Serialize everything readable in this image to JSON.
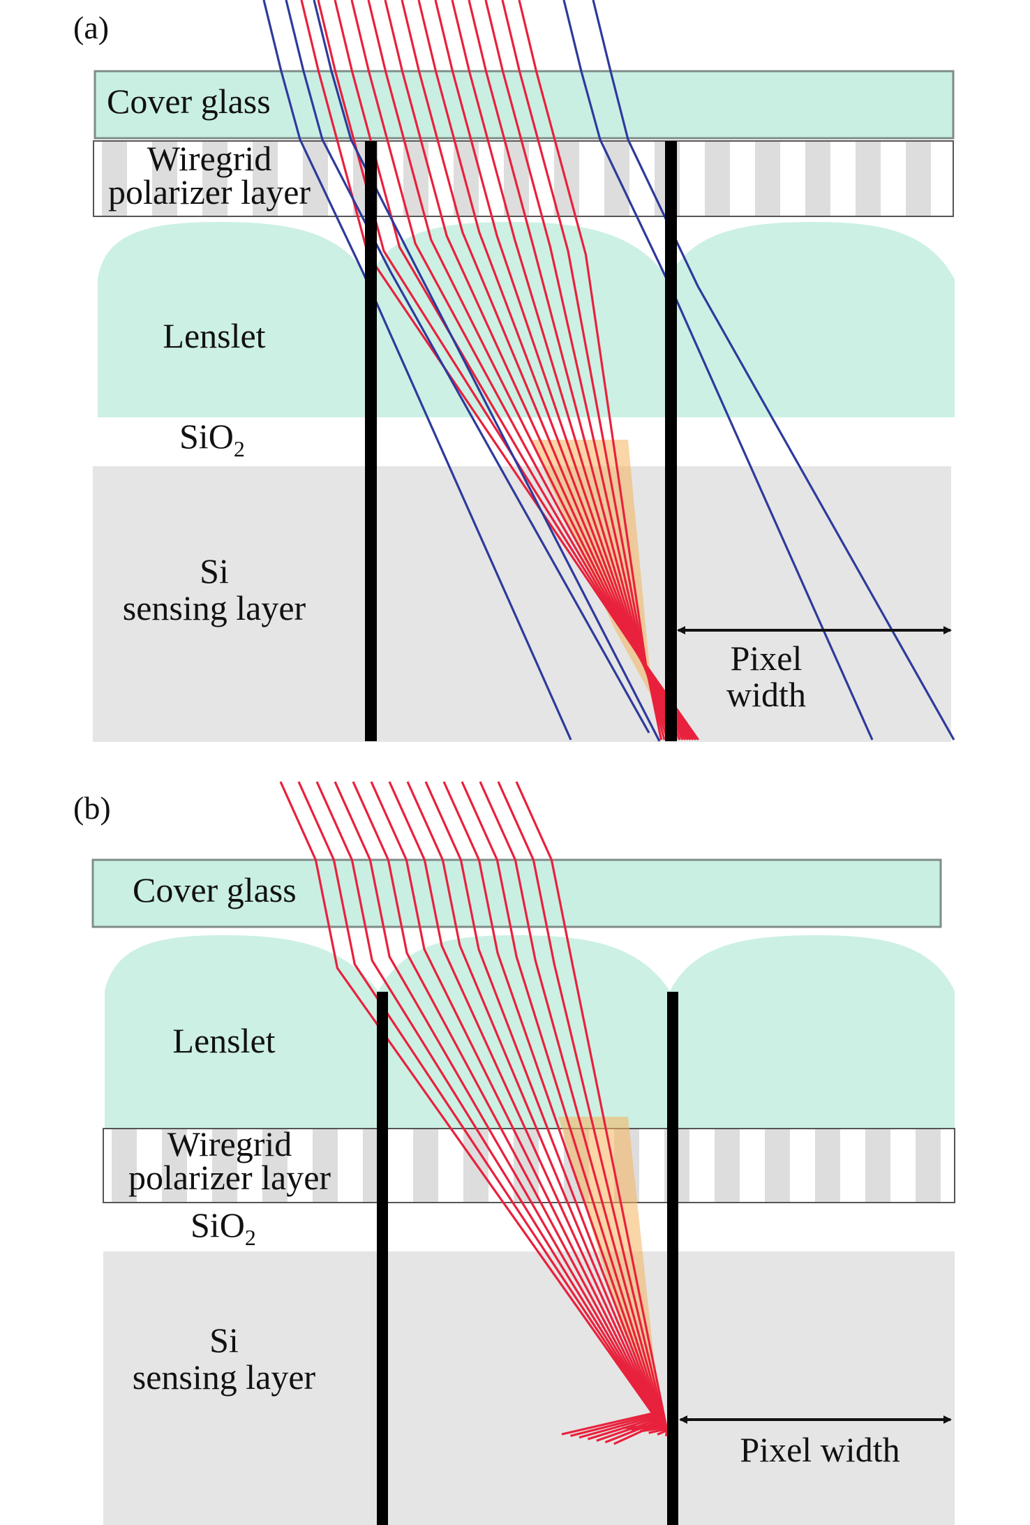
{
  "colors": {
    "glass": "#c9efe3",
    "glass_stroke": "#7f8c88",
    "si": "#e5e5e5",
    "wire_stripe": "#dddddd",
    "ray_red": "#e8213c",
    "ray_blue": "#2e3a9c",
    "focus_orange": "#f6b35c",
    "wall": "#000000"
  },
  "panel_a": {
    "label": "(a)",
    "cover_glass": "Cover glass",
    "wiregrid_line1": "Wiregrid",
    "wiregrid_line2": "polarizer layer",
    "lenslet": "Lenslet",
    "sio2_main": "SiO",
    "sio2_sub": "2",
    "si_line1": "Si",
    "si_line2": "sensing layer",
    "pixel_line1": "Pixel",
    "pixel_line2": "width",
    "ray_colors": [
      "blue",
      "red"
    ]
  },
  "panel_b": {
    "label": "(b)",
    "cover_glass": "Cover glass",
    "lenslet": "Lenslet",
    "wiregrid_line1": "Wiregrid",
    "wiregrid_line2": "polarizer layer",
    "sio2_main": "SiO",
    "sio2_sub": "2",
    "si_line1": "Si",
    "si_line2": "sensing layer",
    "pixel_width": "Pixel width",
    "ray_colors": [
      "red"
    ]
  }
}
